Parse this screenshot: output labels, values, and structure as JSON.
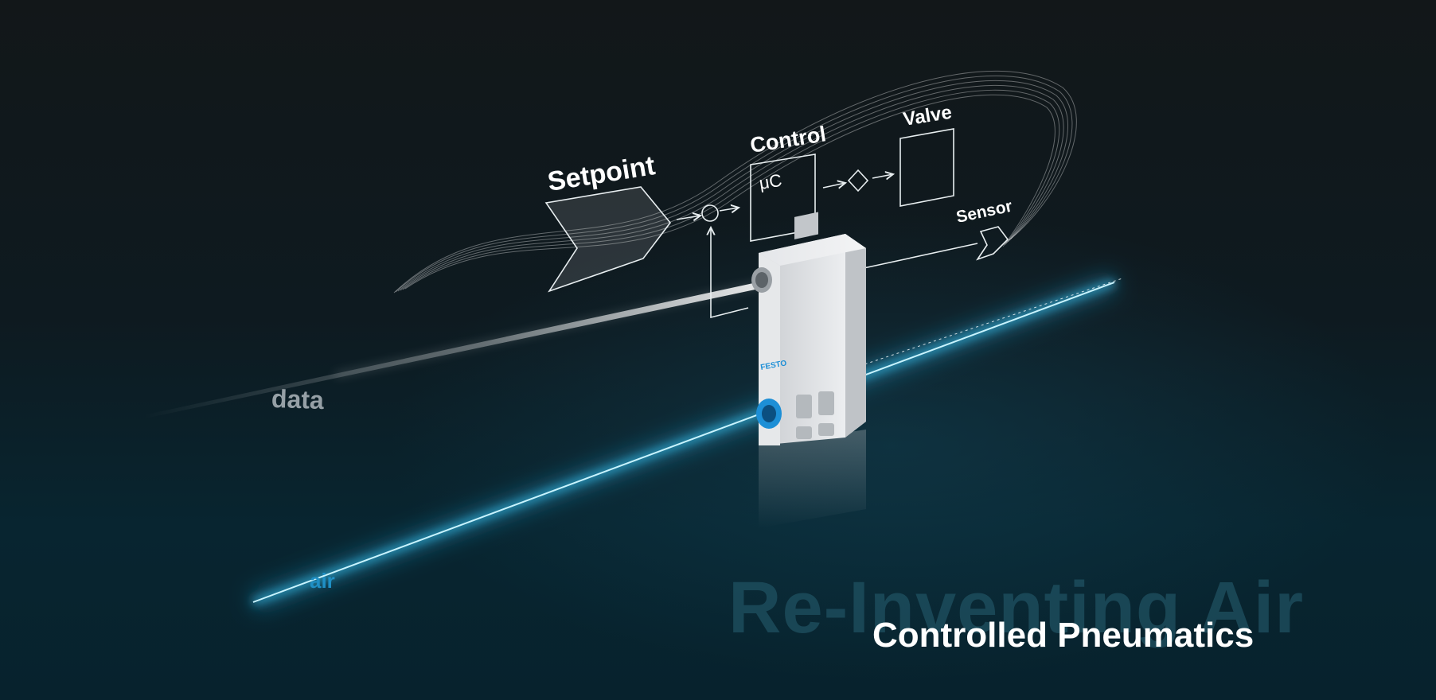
{
  "headline": "Re-Inventing Air",
  "subline": "Controlled Pneumatics",
  "diagram": {
    "setpoint": "Setpoint",
    "control": "Control",
    "control_symbol": "μC",
    "valve": "Valve",
    "sensor": "Sensor"
  },
  "streams": {
    "data": "data",
    "air": "air"
  },
  "device": {
    "brand": "FESTO"
  },
  "colors": {
    "background": "#0a141b",
    "air_beam": "#2fc4ff",
    "diagram_lines": "#e8eef0",
    "device_body": "#dde0e3",
    "brand_blue": "#1d8fd6"
  }
}
